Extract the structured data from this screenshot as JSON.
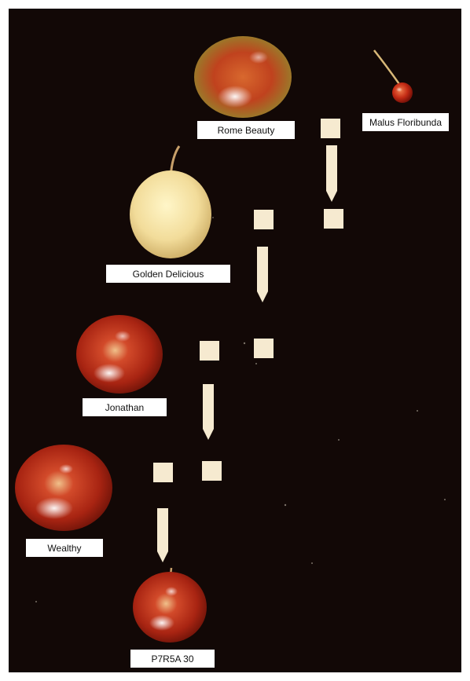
{
  "labels": {
    "rome_beauty": "Rome Beauty",
    "malus_floribunda": "Malus Floribunda",
    "golden_delicious": "Golden Delicious",
    "jonathan": "Jonathan",
    "wealthy": "Wealthy",
    "p7r5a30": "P7R5A 30"
  },
  "colors": {
    "background": "#120806",
    "red_apple": "#b32a16",
    "golden_apple": "#f0dea0",
    "marker": "#f6ead0"
  }
}
